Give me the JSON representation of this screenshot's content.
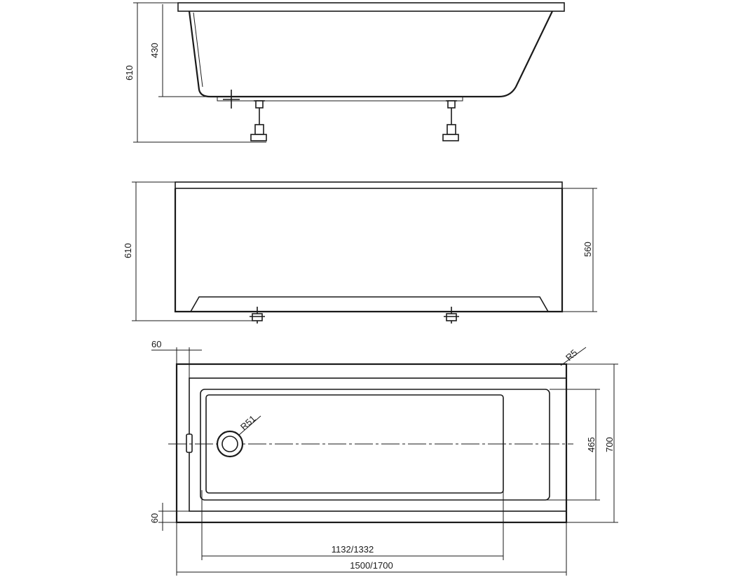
{
  "colors": {
    "line": "#1a1a1a",
    "background": "#ffffff"
  },
  "side_view": {
    "total_height_label": "610",
    "tub_depth_label": "430"
  },
  "front_view": {
    "total_height_label": "610",
    "panel_height_label": "560"
  },
  "top_view": {
    "rim_left_label": "60",
    "rim_bottom_label": "60",
    "corner_radius_label": "R5",
    "drain_label": "R51",
    "inner_width_label": "465",
    "outer_width_label": "700",
    "bottom_length_label": "1132/1332",
    "overall_length_label": "1500/1700"
  }
}
